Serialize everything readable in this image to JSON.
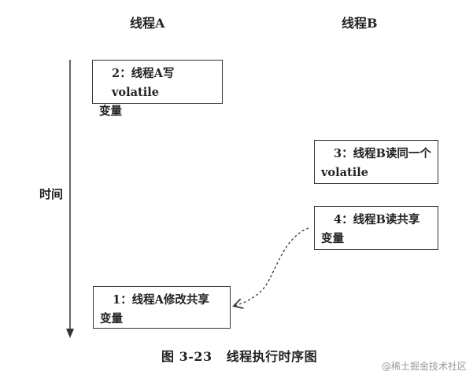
{
  "columns": {
    "a": "线程A",
    "b": "线程B"
  },
  "time_axis_label": "时间",
  "boxes": {
    "a_write_volatile": {
      "line1": "2：线程A写volatile",
      "line2": "变量"
    },
    "b_read_volatile": {
      "line1": "3：线程B读同一个",
      "line2": "volatile"
    },
    "b_read_shared": {
      "line1": "4：线程B读共享",
      "line2": "变量"
    },
    "a_modify_shared": {
      "line1": "1：线程A修改共享",
      "line2": "变量"
    }
  },
  "caption": {
    "figure_number": "图 3-23",
    "title": "线程执行时序图"
  },
  "watermark": "@稀土掘金技术社区",
  "colors": {
    "line": "#333333",
    "text": "#222222",
    "watermark": "#9a9a9a"
  }
}
